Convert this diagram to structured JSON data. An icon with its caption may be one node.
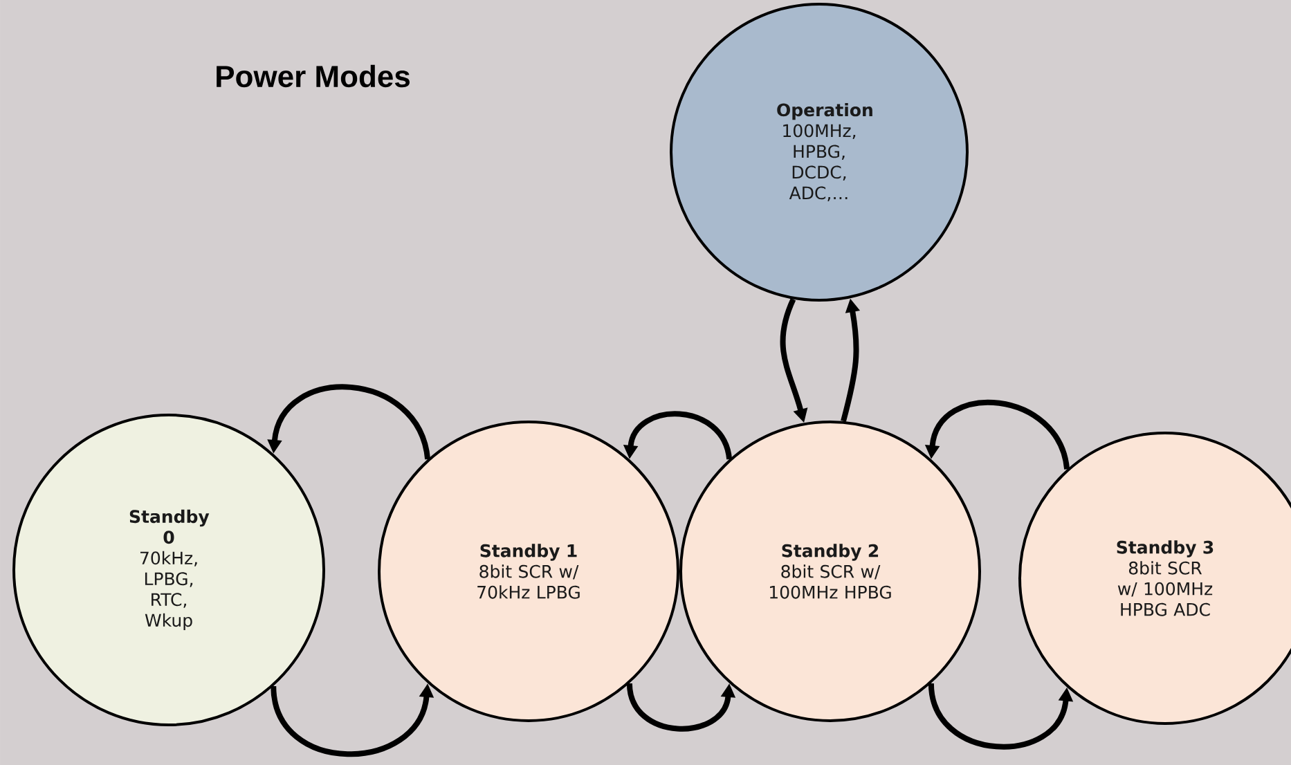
{
  "diagram": {
    "title": "Power Modes",
    "nodes": [
      {
        "text": [
          "Operation",
          "100MHz, HPBG, DCDC, ADC,…"
        ]
      },
      {
        "text": [
          "Standby 0",
          "70kHz, LPBG, RTC, Wkup"
        ]
      },
      {
        "text": [
          "Standby 1",
          "8bit SCR w/ 70kHz LPBG"
        ]
      },
      {
        "text": [
          "Standby 2",
          "8bit SCR w/ 100MHz HPBG"
        ]
      },
      {
        "text": [
          "Standby 3",
          "8bit SCR w/ 100MHz HPBG ADC"
        ]
      }
    ],
    "edges": [
      {
        "from": 2,
        "to": 1,
        "arrow": "to"
      },
      {
        "from": 1,
        "to": 2,
        "arrow": "to"
      },
      {
        "from": 3,
        "to": 2,
        "arrow": "to"
      },
      {
        "from": 2,
        "to": 3,
        "arrow": "to"
      },
      {
        "from": 4,
        "to": 3,
        "arrow": "to"
      },
      {
        "from": 3,
        "to": 4,
        "arrow": "to"
      },
      {
        "from": 0,
        "to": 3,
        "arrow": "to"
      },
      {
        "from": 3,
        "to": 0,
        "arrow": "to"
      }
    ]
  }
}
